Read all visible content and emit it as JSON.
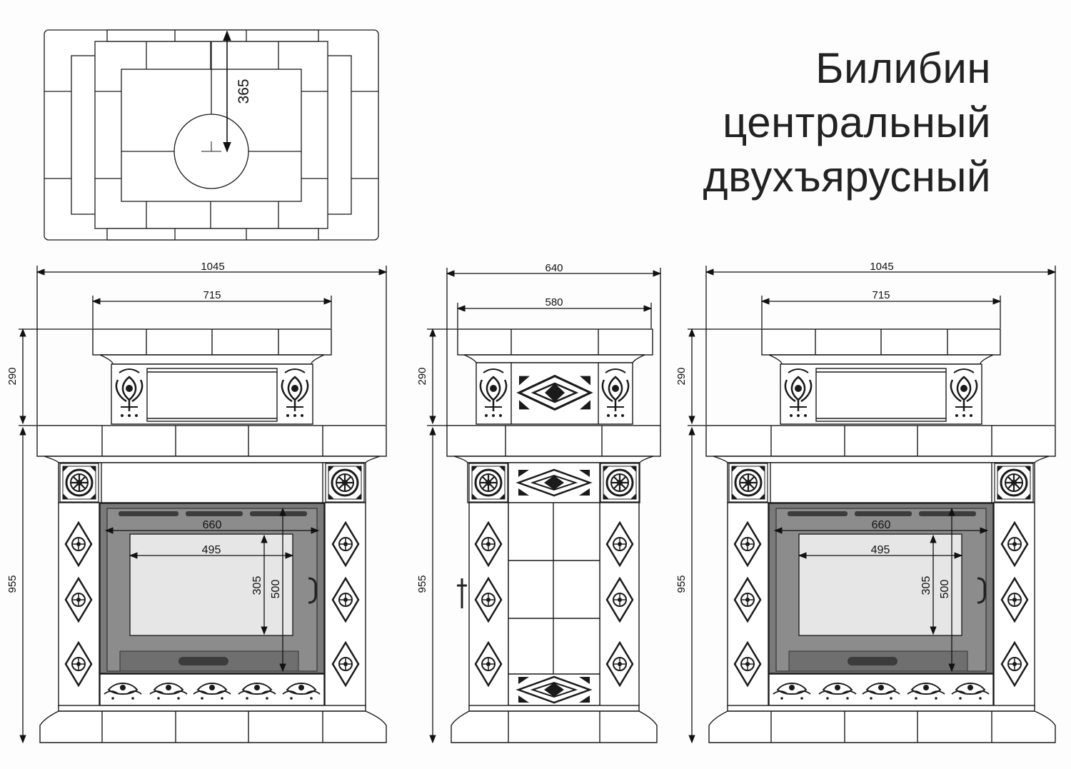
{
  "title": {
    "line1": "Билибин",
    "line2": "центральный",
    "line3": "двухъярусный"
  },
  "dimensions": {
    "plan_depth": "365",
    "front_width": "1045",
    "front_cap_width": "715",
    "side_width": "640",
    "side_cap_width": "580",
    "upper_tier_height": "290",
    "lower_tier_height": "955",
    "firebox_width": "660",
    "glass_width": "495",
    "glass_height": "305",
    "firebox_height": "500"
  },
  "colors": {
    "line": "#1a1a1a",
    "door_frame": "#7a7a7a",
    "glass": "#e6e6e6",
    "tile_fill": "#ffffff",
    "ornament": "#2b2b2b"
  }
}
